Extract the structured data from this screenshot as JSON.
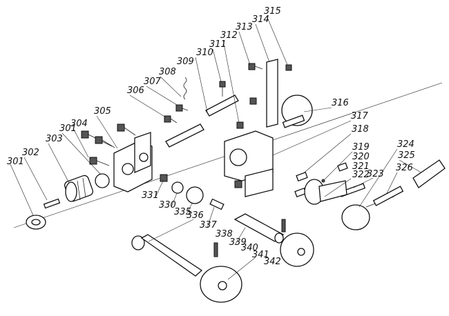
{
  "diagram": {
    "title": "",
    "part_labels": {
      "p301a": "301",
      "p302": "302",
      "p303": "303",
      "p301b": "301",
      "p304": "304",
      "p305": "305",
      "p306": "306",
      "p307": "307",
      "p308": "308",
      "p309": "309",
      "p310": "310",
      "p311": "311",
      "p312": "312",
      "p313": "313",
      "p314": "314",
      "p315": "315",
      "p316": "316",
      "p317": "317",
      "p318": "318",
      "p319": "319",
      "p320": "320",
      "p321": "321",
      "p322": "322",
      "p323": "323",
      "p324": "324",
      "p325": "325",
      "p326": "326",
      "p331": "331",
      "p330": "330",
      "p335": "335",
      "p336": "336",
      "p337": "337",
      "p338": "338",
      "p339": "339",
      "p340": "340",
      "p341": "341",
      "p342": "342"
    }
  }
}
